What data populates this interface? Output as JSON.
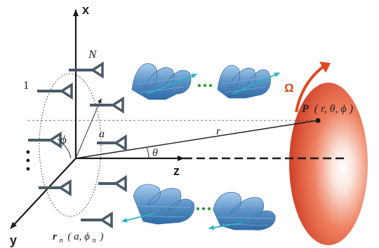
{
  "axes": {
    "x": "x",
    "y": "y",
    "z": "z"
  },
  "labels": {
    "antenna_first": "1",
    "antenna_last": "N",
    "radius": "a",
    "azimuth": "ϕ",
    "elevation": "θ",
    "distance": "r",
    "rotation": "Ω",
    "point_name": "P",
    "point_coords": "( r, θ, ϕ )",
    "element_name": "r",
    "element_subscript": "n",
    "element_coords": "( a, ϕ",
    "element_coords_subscript": "n",
    "element_coords_close": ")"
  },
  "colors": {
    "antenna": "#4a5a68",
    "helix": "#5b93c7",
    "beam_arrow": "#2ab3c0",
    "dots": "#2e9d3a",
    "target_red": "#d8321a",
    "rotation_arrow": "#e0471f",
    "rotation_label": "#e0471f"
  }
}
